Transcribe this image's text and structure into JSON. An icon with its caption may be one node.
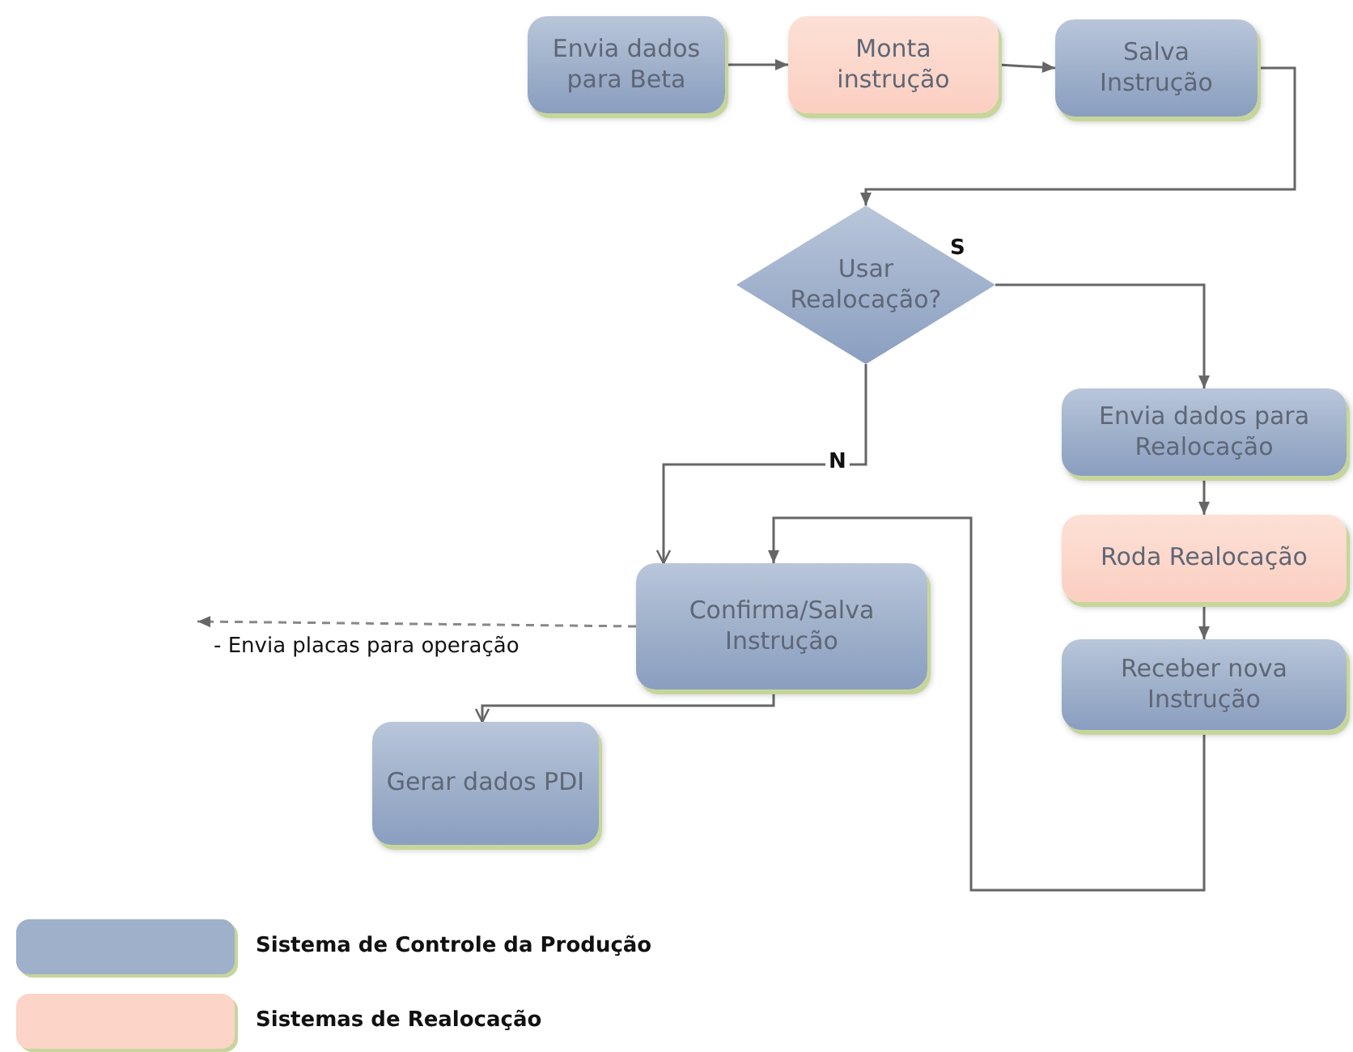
{
  "diagram": {
    "nodes": [
      {
        "text": [
          "Envia dados para Beta"
        ]
      },
      {
        "text": [
          "Monta instrução"
        ]
      },
      {
        "text": [
          "Salva Instrução"
        ]
      },
      {
        "text": [
          "Usar Realocação?"
        ]
      },
      {
        "text": [
          "Envia dados para Realocação"
        ]
      },
      {
        "text": [
          "Roda Realocação"
        ]
      },
      {
        "text": [
          "Receber nova Instrução"
        ]
      },
      {
        "text": [
          "Confirma/Salva Instrução"
        ]
      },
      {
        "text": [
          "Gerar dados PDI"
        ]
      }
    ],
    "edges": [
      {
        "from": 0,
        "to": 1,
        "arrow": "to"
      },
      {
        "from": 1,
        "to": 2,
        "arrow": "to"
      },
      {
        "from": 2,
        "to": 3,
        "arrow": "to"
      },
      {
        "from": 3,
        "to": 4,
        "arrow": "to",
        "label": "S"
      },
      {
        "from": 3,
        "to": 7,
        "arrow": "to",
        "label": "N"
      },
      {
        "from": 4,
        "to": 5,
        "arrow": "to"
      },
      {
        "from": 5,
        "to": 6,
        "arrow": "to"
      },
      {
        "from": 6,
        "to": 7,
        "arrow": "to"
      },
      {
        "from": 7,
        "to": 8,
        "arrow": "to"
      },
      {
        "from": 7,
        "to": null,
        "arrow": "to",
        "style": "dashed",
        "label": "-  Envia placas para operação"
      }
    ],
    "legend": [
      {
        "text": "Sistema de Controle da Produção",
        "color": "#9fb0cb"
      },
      {
        "text": "Sistemas de Realocação",
        "color": "#fcd5c8"
      }
    ]
  }
}
